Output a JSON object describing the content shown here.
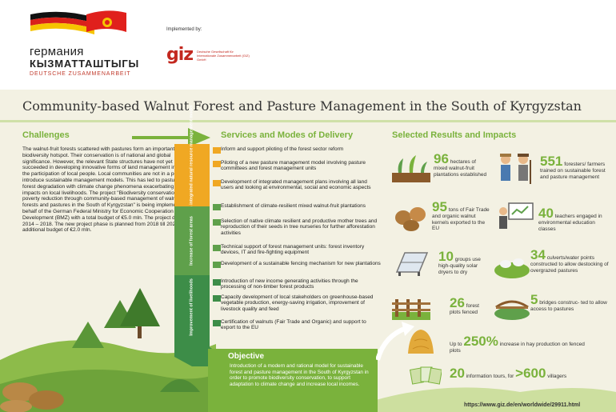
{
  "header": {
    "logo_line1": "германия",
    "logo_line2": "КЫЗМАТТАШТЫГЫ",
    "logo_line3": "DEUTSCHE ZUSAMMENARBEIT",
    "implemented_by": "Implemented by:",
    "giz_mark": "giz",
    "giz_text": "Deutsche Gesellschaft für Internationale Zusammenarbeit (GIZ) GmbH"
  },
  "title": "Community-based Walnut Forest and Pasture Management in the South of Kyrgyzstan",
  "challenges": {
    "heading": "Challenges",
    "text": "The walnut-fruit forests scattered with pastures form an important biodiversity hotspot. Their conservation is of national and global significance. However, the relevant State structures have not yet succeeded in developing innovative forms of land management involving the participation of local people. Local communities are not in a position to introduce sustainable management models. This has led to pasture and forest degradation with climate change phenomena exacerbating negative impacts on local livelihoods. The project \"Biodiversity conservation and poverty reduction through community-based management of walnut forests and pastures in the South of Kyrgyzstan\" is being implemented on behalf of the German Federal Ministry for Economic Cooperation and Development (BMZ) with a total budget of €5.0 mln. The project duration: 2014 – 2018. The new project phase is planned from 2018 till 2020 with an additional budget of €2.0 mln."
  },
  "services": {
    "heading": "Services and Modes of Delivery",
    "pillars": [
      "Development of an integrated natural resource management model",
      "Increase of forest areas",
      "Improvement of livelihoods"
    ],
    "items": [
      "Inform and support piloting of the forest sector reform",
      "Piloting of a new pasture management model involving pasture committees and forest management units",
      "Development of integrated management plans involving all land users and looking at environmental, social and economic aspects",
      "Establishment of climate-resilient mixed walnut-fruit plantations",
      "Selection of native climate resilient and productive mother trees and reproduction of their seeds in tree nurseries for further afforestation activities",
      "Technical support of forest management units: forest inventory devices, IT and fire-fighting equipment",
      "Development of a sustainable fencing mechanism for new plantations",
      "Introduction of new income generating activities through the processing of non-timber forest products",
      "Capacity development of local stakeholders on greenhouse-based vegetable production, energy-saving irrigation, improvement of livestock quality and feed",
      "Certification of walnuts (Fair Trade and Organic) and support to export to the EU"
    ]
  },
  "objective": {
    "heading": "Objective",
    "text": "Introduction of a modern and rational model for sustainable forest and pasture management in the South of Kyrgyzstan in order to promote biodiversity conservation, to support adaptation to climate change and increase local incomes."
  },
  "results": {
    "heading": "Selected Results and Impacts",
    "items": [
      {
        "num": "96",
        "text": "hectares of mixed walnut-fruit plantations established"
      },
      {
        "num": "551",
        "text": "foresters/ farmers trained on sustainable forest and pasture management"
      },
      {
        "num": "95",
        "text": "tons of Fair Trade and organic walnut kernels exported to the EU"
      },
      {
        "num": "40",
        "text": "teachers engaged in environmental education classes"
      },
      {
        "num": "10",
        "text": "groups use high-quality solar dryers to dry"
      },
      {
        "num": "34",
        "text": "culverts/water points constructed to allow destocking of overgrazed pastures"
      },
      {
        "num": "26",
        "text": "forest plots fenced"
      },
      {
        "num": "5",
        "text": "bridges construc- ted to allow access to pastures"
      },
      {
        "pre": "Up to",
        "num": "250%",
        "text": "increase in hay production on fenced plots"
      },
      {
        "num": "20",
        "text": "information tours, for",
        "num2": ">600",
        "text2": "villagers"
      }
    ]
  },
  "url": "https://www.giz.de/en/worldwide/29911.html",
  "colors": {
    "green": "#7ab23c",
    "pillar1": "#f0a823",
    "pillar2": "#5fa04b",
    "pillar3": "#3d8d48",
    "background": "#f3f1e3",
    "giz_red": "#c3281f"
  }
}
